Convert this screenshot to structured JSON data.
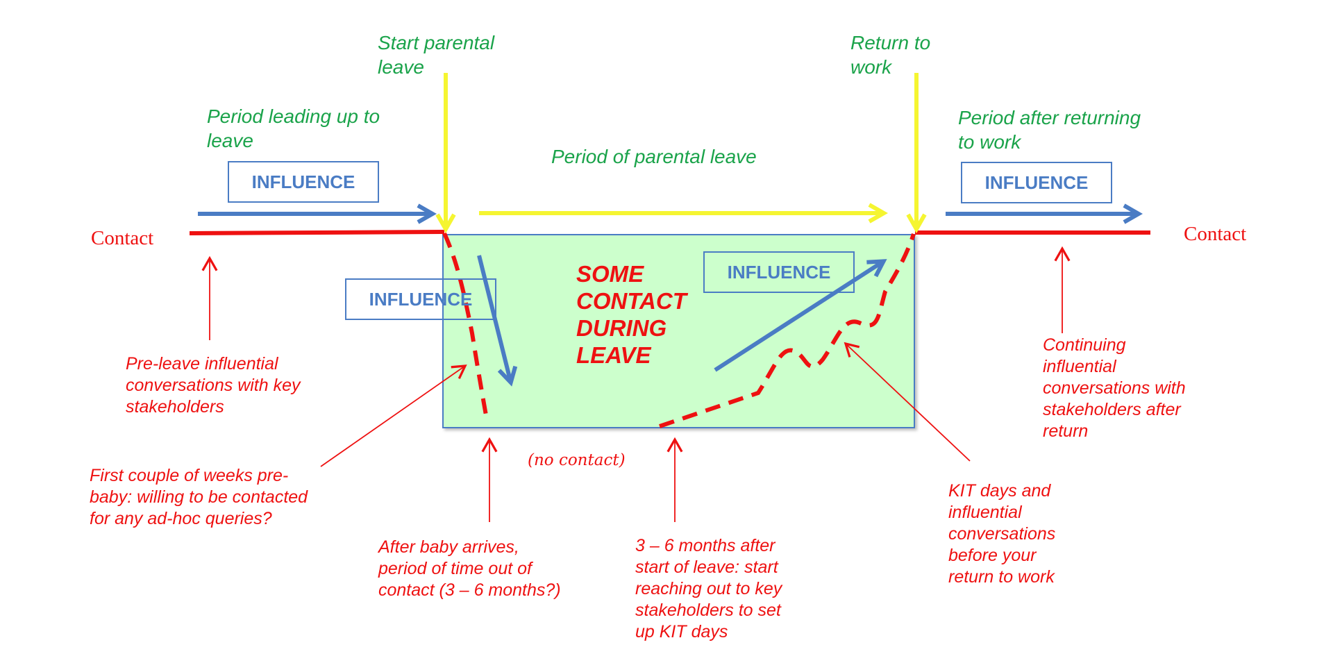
{
  "colors": {
    "green_text": "#1aa34a",
    "red": "#ee1111",
    "blue": "#4a7cc4",
    "yellow": "#f5f531",
    "leave_fill": "#ccffcc"
  },
  "labels": {
    "start_leave": "Start parental\nleave",
    "return_to_work": "Return to\nwork",
    "period_before": "Period leading up to\nleave",
    "period_leave": "Period of parental leave",
    "period_after": "Period after returning\nto work",
    "influence": "INFLUENCE",
    "contact": "Contact",
    "some_contact": "SOME\nCONTACT\nDURING\nLEAVE",
    "no_contact": "(no contact)"
  },
  "annotations": {
    "pre_leave": "Pre-leave influential\nconversations with key\nstakeholders",
    "first_weeks": "First couple of weeks pre-\nbaby: willing to be contacted\nfor any ad-hoc queries?",
    "after_baby": "After baby arrives,\nperiod of time out of\ncontact (3 – 6 months?)",
    "three_six_months": "3 – 6 months after\nstart of leave:  start\nreaching out to key\nstakeholders to set\nup KIT days",
    "kit_days": "KIT days  and\ninfluential\nconversations\nbefore your\nreturn to work",
    "continuing": "Continuing\ninfluential\nconversations with\nstakeholders after\nreturn"
  }
}
